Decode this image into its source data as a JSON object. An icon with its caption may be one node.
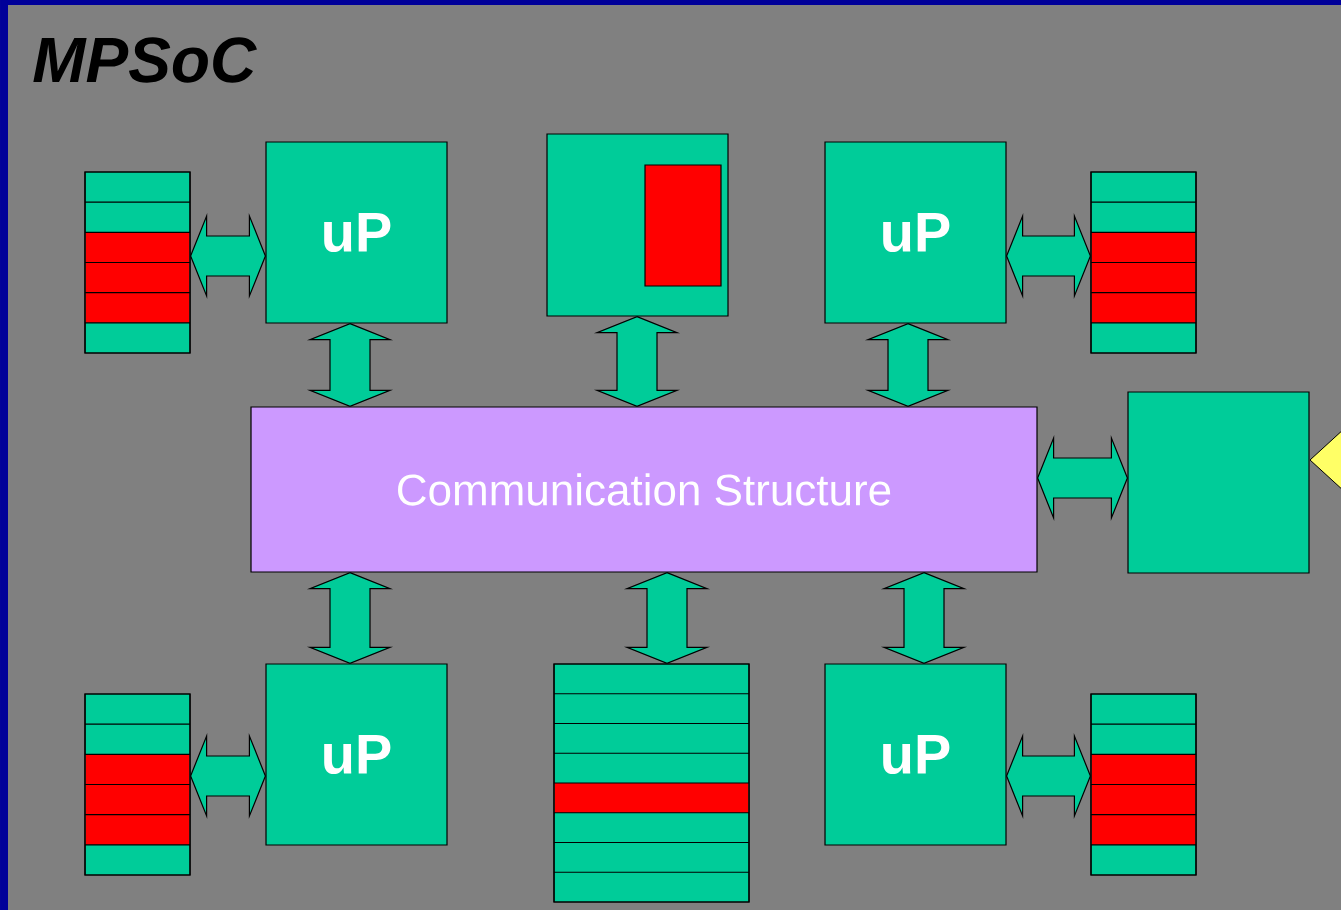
{
  "diagram": {
    "title": "MPSoC",
    "nodes": [
      {
        "text": [],
        "shape": "box"
      },
      {
        "text": [
          "uP"
        ]
      },
      {
        "text": [],
        "shape": "box"
      },
      {
        "text": [
          "uP"
        ]
      },
      {
        "text": [],
        "shape": "box"
      },
      {
        "text": [
          "Communication Structure"
        ]
      },
      {
        "text": [],
        "shape": "box"
      },
      {
        "text": [],
        "shape": "box"
      },
      {
        "text": [
          "uP"
        ]
      },
      {
        "text": [],
        "shape": "box"
      },
      {
        "text": [
          "uP"
        ]
      },
      {
        "text": [],
        "shape": "box"
      }
    ],
    "edges": [
      {
        "from": 0,
        "to": 1,
        "arrow": "both"
      },
      {
        "from": 1,
        "to": 5,
        "arrow": "both"
      },
      {
        "from": 2,
        "to": 5,
        "arrow": "both"
      },
      {
        "from": 3,
        "to": 5,
        "arrow": "both"
      },
      {
        "from": 3,
        "to": 4,
        "arrow": "both"
      },
      {
        "from": 5,
        "to": 6,
        "arrow": "both"
      },
      {
        "from": 5,
        "to": 8,
        "arrow": "both"
      },
      {
        "from": 5,
        "to": 9,
        "arrow": "both"
      },
      {
        "from": 5,
        "to": 10,
        "arrow": "both"
      },
      {
        "from": 7,
        "to": 8,
        "arrow": "both"
      },
      {
        "from": 10,
        "to": 11,
        "arrow": "both"
      }
    ]
  }
}
